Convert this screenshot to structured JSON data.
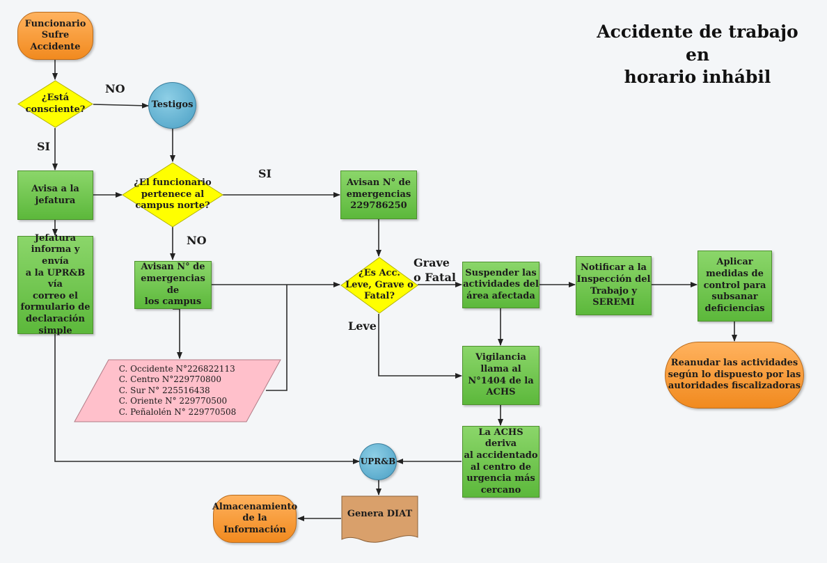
{
  "title": "Accidente de trabajo en\nhorario inhábil",
  "nodes": {
    "start": "Funcionario\nSufre\nAccidente",
    "conscious": "¿Está\nconsciente?",
    "witnesses": "Testigos",
    "notify_boss": "Avisa a la\njefatura",
    "belongs_north": "¿El funcionario\npertenece al\ncampus norte?",
    "emergency_number": "Avisan  N° de\nemergencias\n229786250",
    "boss_form": "Jefatura\ninforma y envía\na la UPR&B vía\ncorreo el\nformulario de\ndeclaración\nsimple",
    "campus_emergency": "Avisan N° de\nemergencias de\nlos campus",
    "severity": "¿Es Acc.\nLeve, Grave o\nFatal?",
    "suspend": "Suspender las\nactividades del\nárea afectada",
    "notify_inspection": "Notificar a la\nInspección del\nTrabajo y\nSEREMI",
    "apply_measures": "Aplicar\nmedidas de\ncontrol para\nsubsanar\ndeficiencias",
    "resume": "Reanudar las actividades\nsegún lo dispuesto por las\nautoridades fiscalizadoras",
    "security_calls": "Vigilancia\nllama al\nN°1404 de la\nACHS",
    "campus_list": "C. Occidente N°226822113\nC. Centro N°229770800\nC. Sur N° 225516438\nC. Oriente N° 229770500\nC. Peñalolén N° 229770508",
    "achs_refers": "La ACHS deriva\nal accidentado\nal centro de\nurgencia más\ncercano",
    "uprb": "UPR&B",
    "diat": "Genera DIAT",
    "storage": "Almacenamiento\nde la\nInformación"
  },
  "edge_labels": {
    "no_1": "NO",
    "si_1": "SI",
    "si_2": "SI",
    "no_2": "NO",
    "grave": "Grave\no Fatal",
    "leve": "Leve"
  },
  "colors": {
    "process_green": "#6ec64b",
    "decision_yellow": "#ffff00",
    "terminal_orange": "#f7941d",
    "connector_blue": "#5bb0d6",
    "data_pink": "#ffc0cb",
    "document_tan": "#d9a06b"
  }
}
